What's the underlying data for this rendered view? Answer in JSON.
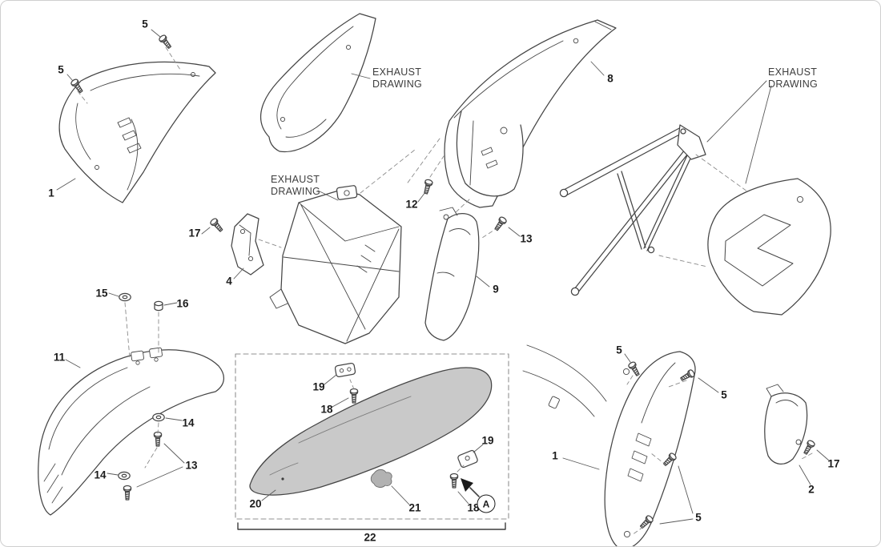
{
  "page": {
    "background": "#ffffff",
    "frame_border": "#cfcfcf",
    "line_color": "#454545",
    "dashed_line_color": "#8a8a8a",
    "seat_fill": "#c9c9c9",
    "label_color": "#1b1b1b"
  },
  "callouts": [
    {
      "id": "screw-5-top-left-upper",
      "text": "5"
    },
    {
      "id": "screw-5-top-left-lower",
      "text": "5"
    },
    {
      "id": "part-1-shroud-left",
      "text": "1"
    },
    {
      "id": "exhaust-drawing-heat-shield",
      "text": "EXHAUST DRAWING"
    },
    {
      "id": "exhaust-drawing-airbox",
      "text": "EXHAUST DRAWING"
    },
    {
      "id": "screw-17-left",
      "text": "17"
    },
    {
      "id": "part-4-bracket",
      "text": "4"
    },
    {
      "id": "part-8-rear-fender",
      "text": "8"
    },
    {
      "id": "screw-12",
      "text": "12"
    },
    {
      "id": "screw-13-center",
      "text": "13"
    },
    {
      "id": "part-9-rear-guard",
      "text": "9"
    },
    {
      "id": "exhaust-drawing-subframe",
      "text": "EXHAUST DRAWING"
    },
    {
      "id": "washer-15",
      "text": "15"
    },
    {
      "id": "spacer-16",
      "text": "16"
    },
    {
      "id": "part-11-front-fender",
      "text": "11"
    },
    {
      "id": "washer-14-right",
      "text": "14"
    },
    {
      "id": "screw-13-bottom",
      "text": "13"
    },
    {
      "id": "washer-14-left",
      "text": "14"
    },
    {
      "id": "bracket-19-top",
      "text": "19"
    },
    {
      "id": "screw-18-top",
      "text": "18"
    },
    {
      "id": "part-20-seat-base",
      "text": "20"
    },
    {
      "id": "part-21-seat-patch",
      "text": "21"
    },
    {
      "id": "bracket-19-right",
      "text": "19"
    },
    {
      "id": "screw-18-bottom",
      "text": "18"
    },
    {
      "id": "detail-marker-a",
      "text": "A"
    },
    {
      "id": "part-1-side-panel-rear",
      "text": "1"
    },
    {
      "id": "screw-5-panel-top",
      "text": "5"
    },
    {
      "id": "screw-5-panel-right",
      "text": "5"
    },
    {
      "id": "screw-5-panel-bottom",
      "text": "5"
    },
    {
      "id": "part-2-side-cover",
      "text": "2"
    },
    {
      "id": "screw-17-right",
      "text": "17"
    },
    {
      "id": "group-22-seat-assembly",
      "text": "22"
    }
  ]
}
